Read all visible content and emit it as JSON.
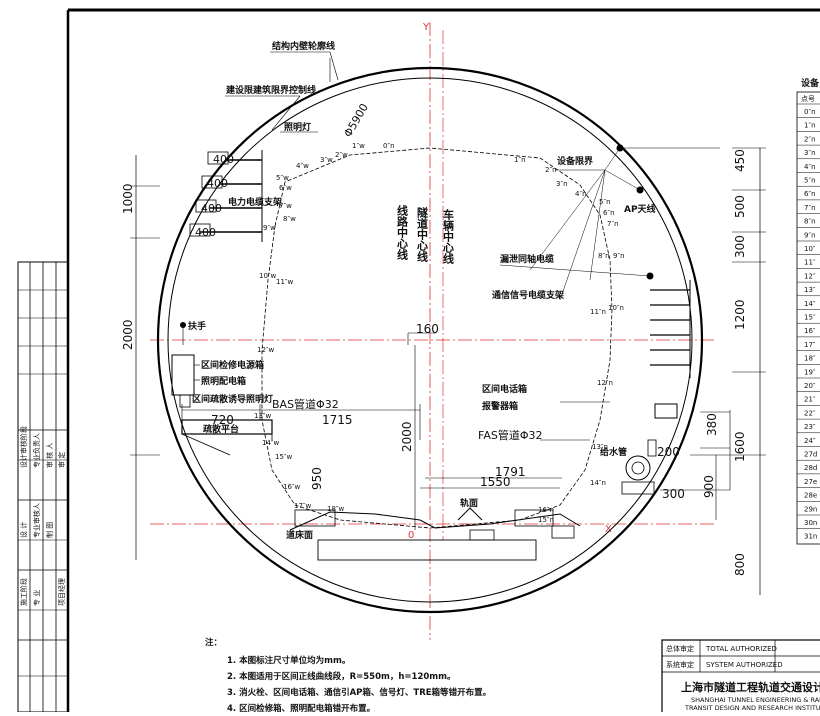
{
  "axis": {
    "y": "Y",
    "x": "X",
    "origin": "0"
  },
  "labels": {
    "structure_outline": "结构内壁轮廓线",
    "building_limit": "建设限建筑限界控制线",
    "lighting": "照明灯",
    "diameter": "Φ5900",
    "power_cable_bracket": "电力电缆支架",
    "equipment_limit": "设备限界",
    "ap_antenna": "AP天线",
    "leaky_cable": "漏泄同轴电缆",
    "comm_signal_bracket": "通信信号电缆支架",
    "handrail": "扶手",
    "maint_power_box": "区间检修电源箱",
    "lighting_dist_box": "照明配电箱",
    "evac_light": "区间疏散诱导照明灯",
    "bas_pipe": "BAS管道Φ32",
    "evac_platform": "疏散平台",
    "phone_box": "区间电话箱",
    "alarm_box": "报警器箱",
    "fas_pipe": "FAS管道Φ32",
    "water_pipe": "给水管",
    "rail_top": "轨面",
    "track_bed": "道床面",
    "line_center": "线路中心线",
    "vehicle_center": "车辆中心线",
    "tunnel_center": "隧道中心线"
  },
  "dims": {
    "d400a": "400",
    "d400b": "400",
    "d400c": "400",
    "d400d": "400",
    "d1000": "1000",
    "d2000l": "2000",
    "d160": "160",
    "d720": "720",
    "d1715": "1715",
    "d2000c": "2000",
    "d950": "950",
    "d1791": "1791",
    "d1550": "1550",
    "d450": "450",
    "d500": "500",
    "d300a": "300",
    "d1200": "1200",
    "d380": "380",
    "d200": "200",
    "d1600": "1600",
    "d900": "900",
    "d300b": "300",
    "d800": "800"
  },
  "points": {
    "p0n": "0″n",
    "p1n": "1″n",
    "p2n": "2″n",
    "p3n": "3″n",
    "p4n": "4″n",
    "p5n": "5″n",
    "p6n": "6″n",
    "p7n": "7″n",
    "p8n": "8″n",
    "p9n": "9″n",
    "p10n": "10″n",
    "p11n": "11″n",
    "p12n": "12″n",
    "p13n": "13″n",
    "p14n": "14″n",
    "p15n": "15″n",
    "p16n": "16″n",
    "p1w": "1″w",
    "p2w": "2″w",
    "p3w": "3″w",
    "p4w": "4″w",
    "p5w": "5″w",
    "p6w": "6″w",
    "p7w": "7″w",
    "p8w": "8″w",
    "p9w": "9″w",
    "p10w": "10″w",
    "p11w": "11″w",
    "p12w": "12″w",
    "p13w": "13″w",
    "p14w": "14″w",
    "p15w": "15″w",
    "p16w": "16″w",
    "p17w": "17″w",
    "p18w": "18″w"
  },
  "notes": {
    "title": "注：",
    "n1": "1. 本图标注尺寸单位均为mm。",
    "n2": "2. 本图适用于区间正线曲线段，R=550m，h=120mm。",
    "n3": "3. 消火栓、区间电话箱、通信引AP箱、信号灯、TRE箱等错开布置。",
    "n4": "4. 区间检修箱、照明配电箱错开布置。"
  },
  "table": {
    "title": "设备",
    "header": "点号",
    "rows": [
      "0″n",
      "1″n",
      "2″n",
      "3″n",
      "4″n",
      "5″n",
      "6″n",
      "7″n",
      "8″n",
      "9″n",
      "10″",
      "11″",
      "12″",
      "13″",
      "14″",
      "15″",
      "16″",
      "17″",
      "18″",
      "19″",
      "20″",
      "21″",
      "22″",
      "23″",
      "24″",
      "27d",
      "28d",
      "27e",
      "28e",
      "29n",
      "30n",
      "31n"
    ]
  },
  "left_table": {
    "c1": "设计审核阶段",
    "c2": "专业负责人",
    "c3": "审 核 人",
    "c4": "审 定",
    "c5": "设 计",
    "c6": "专业审核人",
    "c7": "制 图",
    "c8": "施工阶段",
    "c9": "专 业",
    "c10": "项目经理"
  },
  "title_block": {
    "total_cn": "总体审定",
    "total_en": "TOTAL AUTHORIZED",
    "system_cn": "系统审定",
    "system_en": "SYSTEM AUTHORIZED",
    "company_cn": "上海市隧道工程轨道交通设计研",
    "company_en1": "SHANGHAI TUNNEL ENGINEERING & RAI",
    "company_en2": "TRANSIT DESIGN AND RESEARCH INSTITU"
  }
}
